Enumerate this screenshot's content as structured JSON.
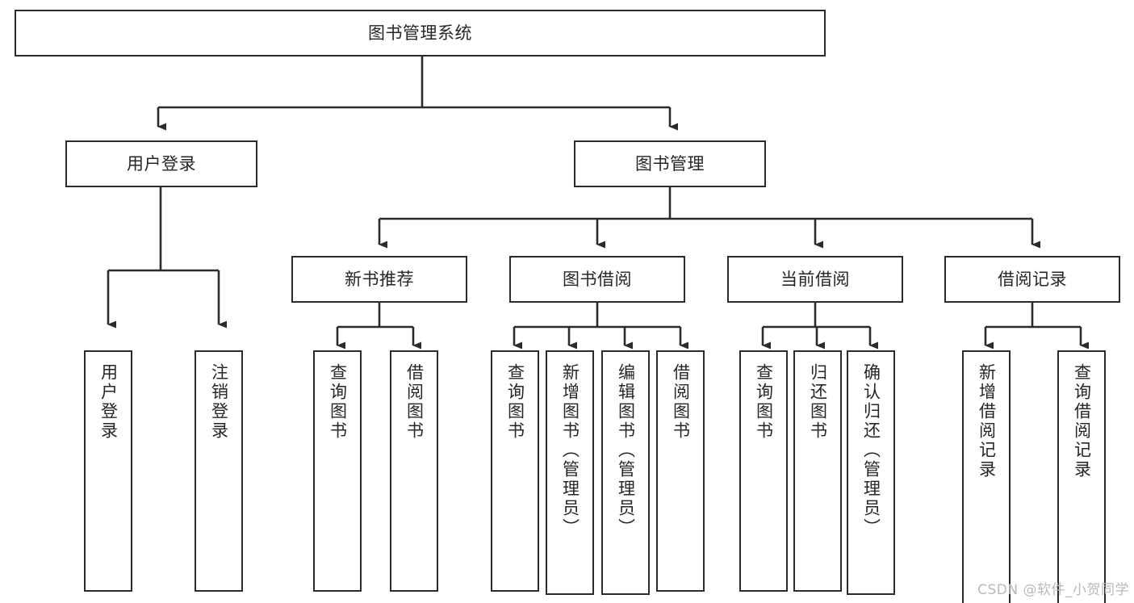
{
  "diagram": {
    "title": "图书管理系统",
    "watermark": "CSDN @软件_小贺同学",
    "root": {
      "label": "图书管理系统"
    },
    "level2": [
      {
        "label": "用户登录"
      },
      {
        "label": "图书管理"
      }
    ],
    "level3": [
      {
        "label": "新书推荐"
      },
      {
        "label": "图书借阅"
      },
      {
        "label": "当前借阅"
      },
      {
        "label": "借阅记录"
      }
    ],
    "leaves": {
      "user_login": [
        {
          "label": "用户登录"
        },
        {
          "label": "注销登录"
        }
      ],
      "new_book_recommend": [
        {
          "label": "查询图书"
        },
        {
          "label": "借阅图书"
        }
      ],
      "book_borrow": [
        {
          "label": "查询图书"
        },
        {
          "label": "新增图书（管理员）"
        },
        {
          "label": "编辑图书（管理员）"
        },
        {
          "label": "借阅图书"
        }
      ],
      "current_borrow": [
        {
          "label": "查询图书"
        },
        {
          "label": "归还图书"
        },
        {
          "label": "确认归还（管理员）"
        }
      ],
      "borrow_record": [
        {
          "label": "新增借阅记录"
        },
        {
          "label": "查询借阅记录"
        }
      ]
    },
    "colors": {
      "stroke": "#2b2b2b",
      "fill": "#ffffff",
      "text": "#262626",
      "watermark": "#b9b9b9"
    }
  }
}
